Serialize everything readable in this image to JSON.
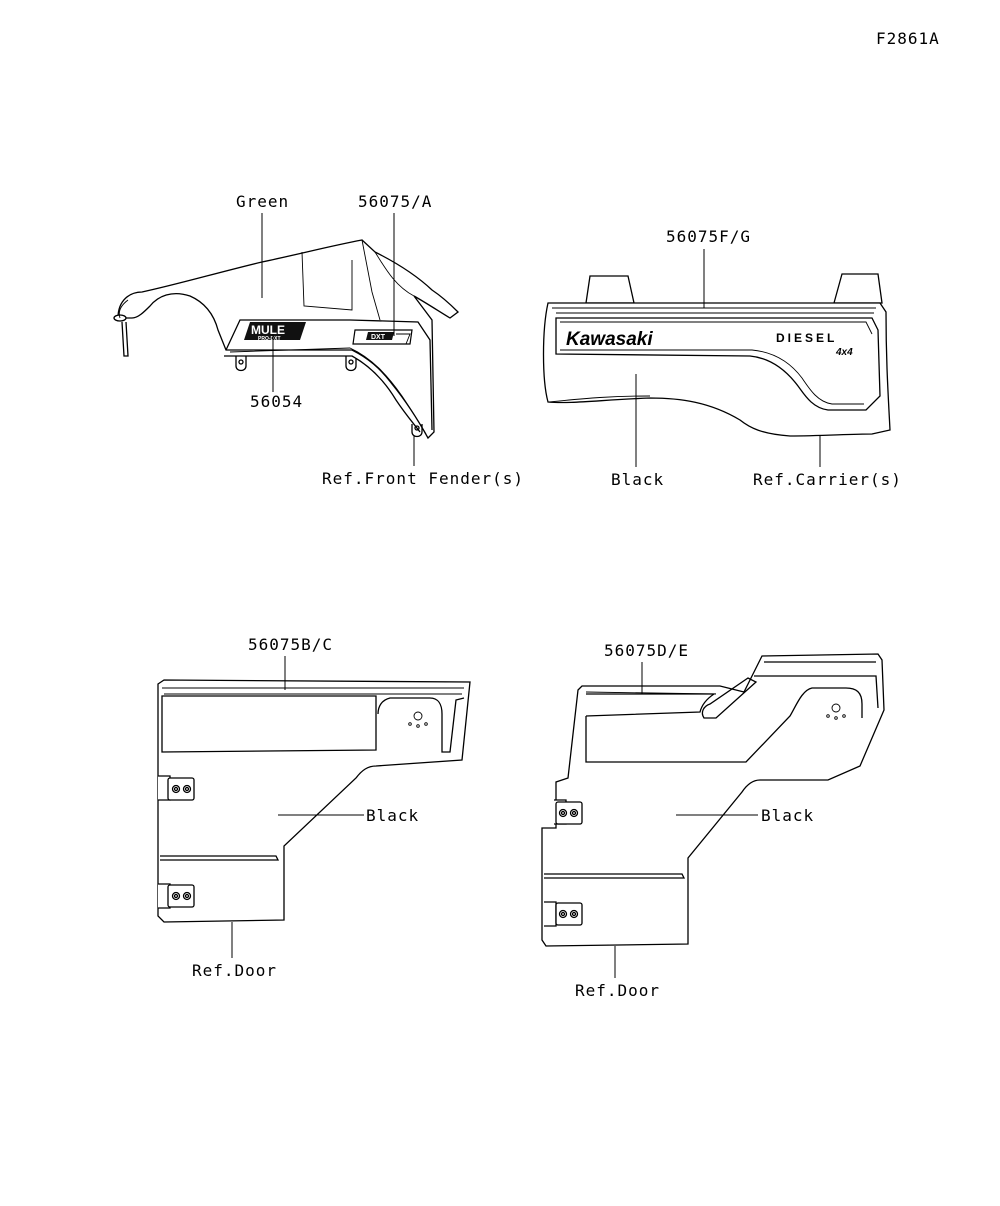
{
  "figure_id": "F2861A",
  "groups": {
    "front_fender": {
      "labels": {
        "color": "Green",
        "part_top": "56075/A",
        "part_logo": "56054",
        "ref": "Ref.Front Fender(s)"
      },
      "logo_text": "MULE",
      "logo_sub": "PRO-DXT",
      "badge_text": "DXT"
    },
    "carrier": {
      "labels": {
        "part": "56075F/G",
        "color": "Black",
        "ref": "Ref.Carrier(s)"
      },
      "brand_text": "Kawasaki",
      "diesel_text": "DIESEL",
      "drive_text": "4x4"
    },
    "left_door": {
      "labels": {
        "part": "56075B/C",
        "color": "Black",
        "ref": "Ref.Door"
      }
    },
    "right_door": {
      "labels": {
        "part": "56075D/E",
        "color": "Black",
        "ref": "Ref.Door"
      }
    }
  }
}
